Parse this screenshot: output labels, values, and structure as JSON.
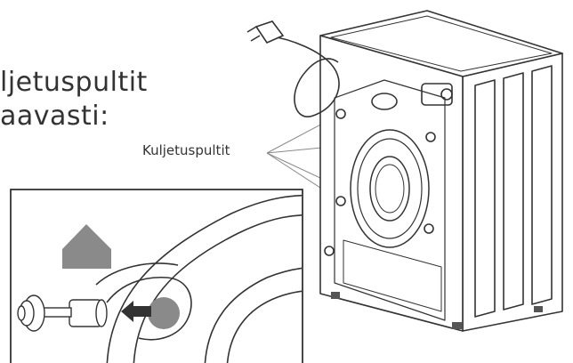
{
  "heading": {
    "line1": "ljetuspultit",
    "line2": "aavasti:"
  },
  "callout": {
    "label": "Kuljetuspultit"
  },
  "colors": {
    "ink": "#333333",
    "arrow_marker": "#8a8a8a",
    "bolt_hole": "#8a8a8a"
  },
  "icons": [
    "washing-machine-illustration",
    "transport-bolt-closeup",
    "up-arrow-marker",
    "removal-arrow"
  ]
}
